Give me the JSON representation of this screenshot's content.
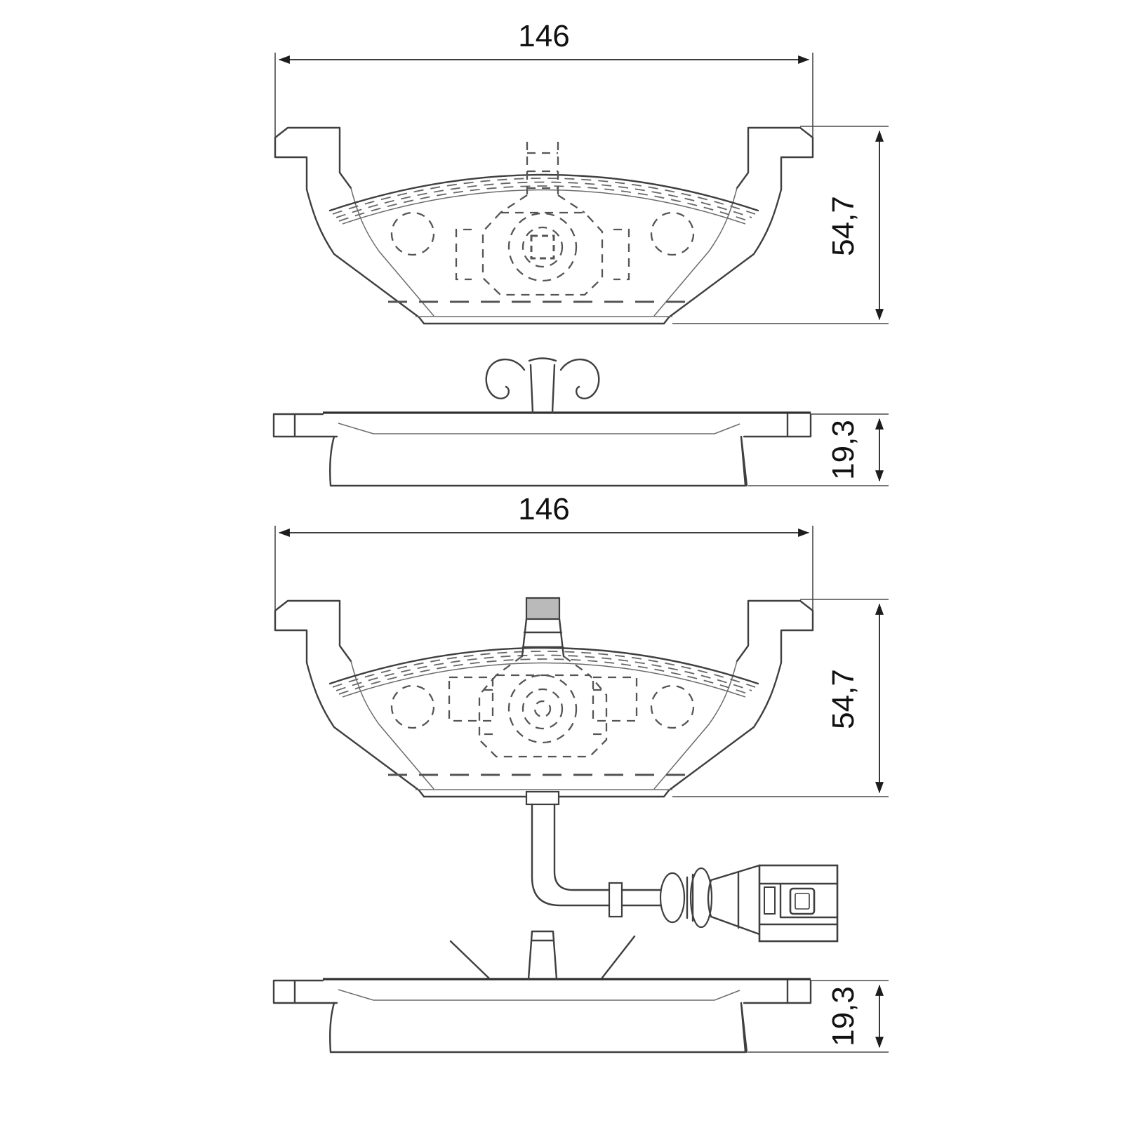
{
  "drawings": [
    {
      "name": "brake-pad-without-sensor-lead",
      "front_view": {
        "width_label": "146",
        "height_label": "54,7"
      },
      "profile_view": {
        "thickness_label": "19,3"
      }
    },
    {
      "name": "brake-pad-with-wear-sensor-lead",
      "front_view": {
        "width_label": "146",
        "height_label": "54,7"
      },
      "profile_view": {
        "thickness_label": "19,3"
      }
    }
  ],
  "style": {
    "background": "#ffffff",
    "line_color": "#3f3f3f",
    "hidden_line_color": "#555555",
    "dimension_text_color": "#111111"
  }
}
